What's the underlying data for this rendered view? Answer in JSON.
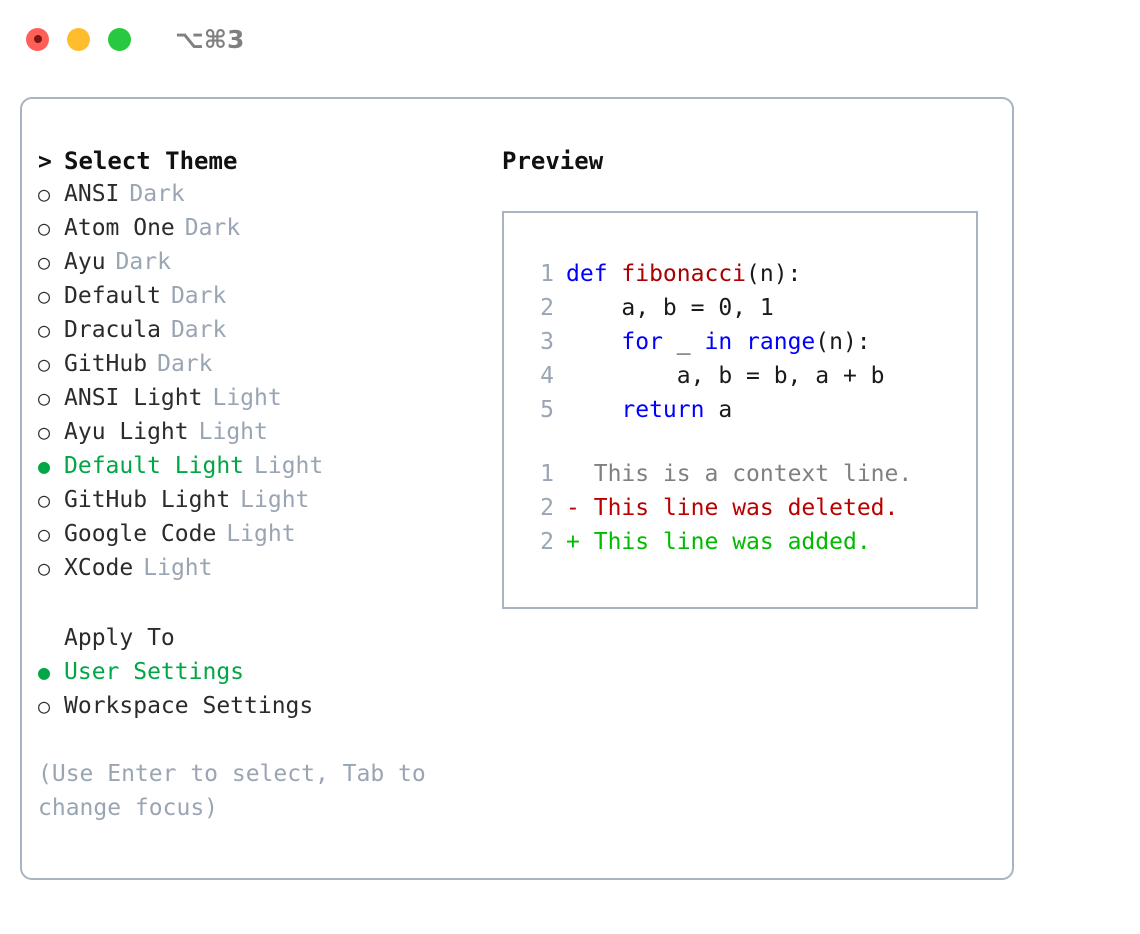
{
  "window": {
    "traffic_lights": [
      "close-button",
      "minimize-button",
      "maximize-button"
    ],
    "shortcut": "⌥⌘3"
  },
  "theme_picker": {
    "header": {
      "marker": ">",
      "label": "Select Theme"
    },
    "unselected_marker": "○",
    "selected_marker": "●",
    "items": [
      {
        "marker": "○",
        "name": "ANSI",
        "category": "Dark",
        "selected": false
      },
      {
        "marker": "○",
        "name": "Atom One",
        "category": "Dark",
        "selected": false
      },
      {
        "marker": "○",
        "name": "Ayu",
        "category": "Dark",
        "selected": false
      },
      {
        "marker": "○",
        "name": "Default",
        "category": "Dark",
        "selected": false
      },
      {
        "marker": "○",
        "name": "Dracula",
        "category": "Dark",
        "selected": false
      },
      {
        "marker": "○",
        "name": "GitHub",
        "category": "Dark",
        "selected": false
      },
      {
        "marker": "○",
        "name": "ANSI Light",
        "category": "Light",
        "selected": false
      },
      {
        "marker": "○",
        "name": "Ayu Light",
        "category": "Light",
        "selected": false
      },
      {
        "marker": "●",
        "name": "Default Light",
        "category": "Light",
        "selected": true
      },
      {
        "marker": "○",
        "name": "GitHub Light",
        "category": "Light",
        "selected": false
      },
      {
        "marker": "○",
        "name": "Google Code",
        "category": "Light",
        "selected": false
      },
      {
        "marker": "○",
        "name": "XCode",
        "category": "Light",
        "selected": false
      }
    ]
  },
  "apply_to": {
    "heading": "Apply To",
    "options": [
      {
        "marker": "●",
        "label": "User Settings",
        "selected": true
      },
      {
        "marker": "○",
        "label": "Workspace Settings",
        "selected": false
      }
    ]
  },
  "hint": "(Use Enter to select, Tab to change focus)",
  "preview": {
    "title": "Preview",
    "code_lines": [
      {
        "lineno": "1",
        "tokens": [
          {
            "text": "def ",
            "type": "keyword"
          },
          {
            "text": "fibonacci",
            "type": "function"
          },
          {
            "text": "(n):",
            "type": "plain"
          }
        ]
      },
      {
        "lineno": "2",
        "tokens": [
          {
            "text": "    a, b = 0, 1",
            "type": "plain"
          }
        ]
      },
      {
        "lineno": "3",
        "tokens": [
          {
            "text": "    ",
            "type": "plain"
          },
          {
            "text": "for",
            "type": "keyword"
          },
          {
            "text": " _ ",
            "type": "plain"
          },
          {
            "text": "in range",
            "type": "keyword"
          },
          {
            "text": "(n):",
            "type": "plain"
          }
        ]
      },
      {
        "lineno": "4",
        "tokens": [
          {
            "text": "        a, b = b, a + b",
            "type": "plain"
          }
        ]
      },
      {
        "lineno": "5",
        "tokens": [
          {
            "text": "    ",
            "type": "plain"
          },
          {
            "text": "return",
            "type": "keyword"
          },
          {
            "text": " a",
            "type": "plain"
          }
        ]
      }
    ],
    "diff_lines": [
      {
        "lineno": "1",
        "sign": " ",
        "text": "This is a context line.",
        "type": "context"
      },
      {
        "lineno": "2",
        "sign": "-",
        "text": "This line was deleted.",
        "type": "deleted"
      },
      {
        "lineno": "2",
        "sign": "+",
        "text": "This line was added.",
        "type": "added"
      }
    ]
  },
  "colors": {
    "accent_green": "#00a744",
    "diff_add_green": "#00bb00",
    "diff_del_red": "#bb0000",
    "keyword_blue": "#0000ff",
    "function_red": "#aa0000",
    "muted_gray": "#9aa5b4",
    "border": "#a9b3c1",
    "light_red": "#ff5f57",
    "light_amber": "#ffbd2e",
    "light_green": "#28c840"
  }
}
